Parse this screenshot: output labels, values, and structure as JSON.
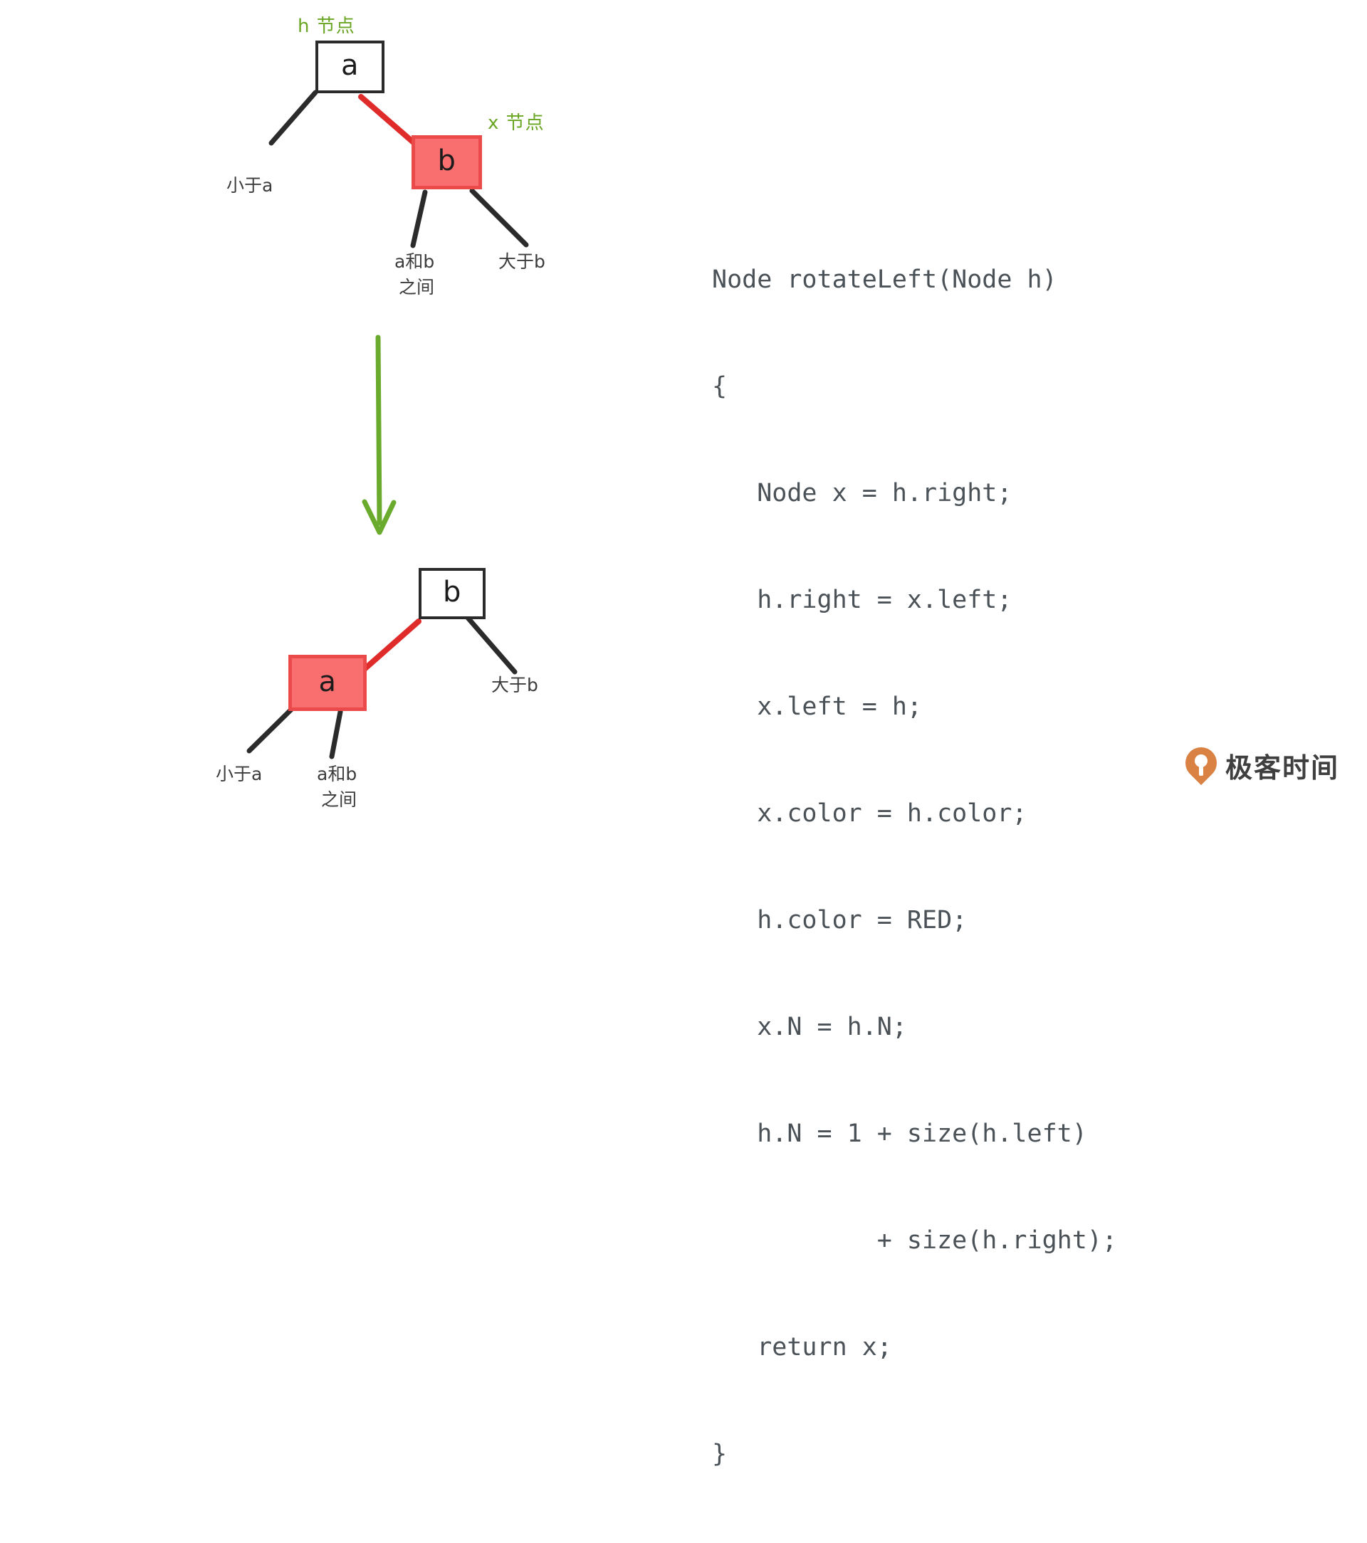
{
  "figure": {
    "title_hidden": "",
    "colors": {
      "red_fill": "#f96f6f",
      "red_border": "#ea4a4a",
      "red_link": "#e02b2b",
      "black_link": "#2b2b2b",
      "green_label": "#6aa524",
      "green_arrow": "#6aab2e",
      "code_text": "#4a5157",
      "anno_text": "#3c3c3c",
      "logo_orange": "#d98243"
    }
  },
  "top_tree": {
    "label_h": "h 节点",
    "label_x": "x 节点",
    "root_node": "a",
    "child_node": "b",
    "annotations": {
      "left_of_a": "小于a",
      "between_a_b_line1": "a和b",
      "between_a_b_line2": "之间",
      "greater_than_b": "大于b"
    }
  },
  "arrow": {
    "name": "rotate-arrow",
    "direction": "down"
  },
  "bottom_tree": {
    "root_node": "b",
    "child_node": "a",
    "annotations": {
      "left_of_a": "小于a",
      "between_a_b_line1": "a和b",
      "between_a_b_line2": "之间",
      "greater_than_b": "大于b"
    }
  },
  "code": {
    "language": "java",
    "lines": [
      "Node rotateLeft(Node h)",
      "{",
      "   Node x = h.right;",
      "   h.right = x.left;",
      "   x.left = h;",
      "   x.color = h.color;",
      "   h.color = RED;",
      "   x.N = h.N;",
      "   h.N = 1 + size(h.left)",
      "           + size(h.right);",
      "   return x;",
      "}"
    ]
  },
  "watermark": {
    "brand": "极客时间",
    "icon": "location-pin-icon"
  }
}
